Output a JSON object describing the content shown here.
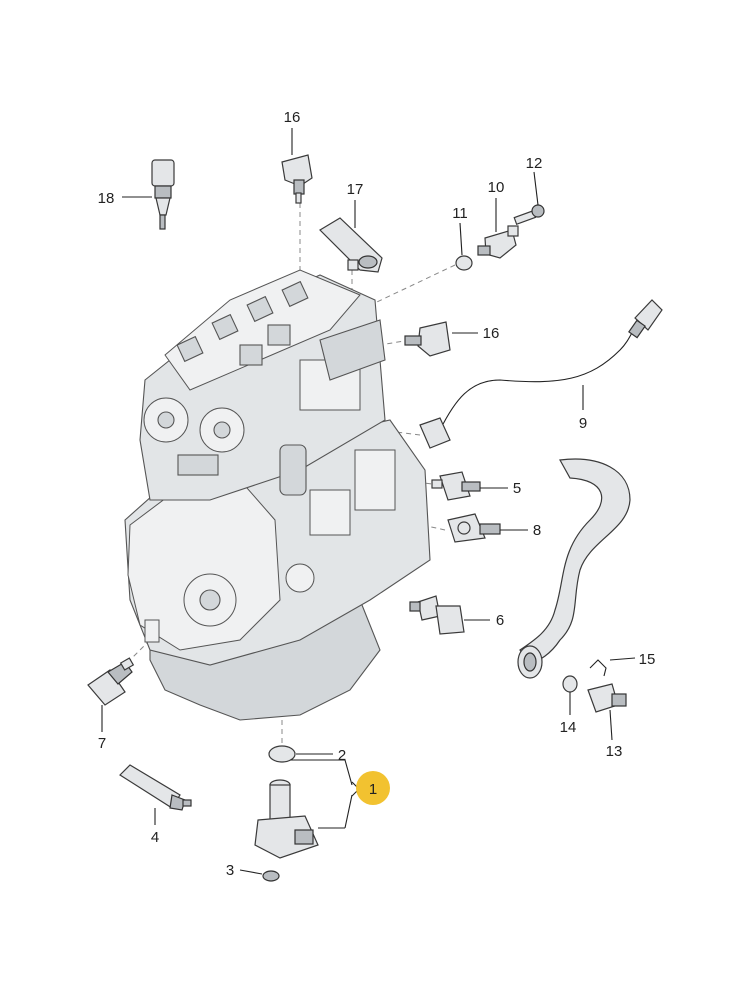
{
  "diagram": {
    "callouts": [
      {
        "id": "1",
        "label": "1",
        "highlighted": true
      },
      {
        "id": "2",
        "label": "2"
      },
      {
        "id": "3",
        "label": "3"
      },
      {
        "id": "4",
        "label": "4"
      },
      {
        "id": "5",
        "label": "5"
      },
      {
        "id": "6",
        "label": "6"
      },
      {
        "id": "7",
        "label": "7"
      },
      {
        "id": "8",
        "label": "8"
      },
      {
        "id": "9",
        "label": "9"
      },
      {
        "id": "10",
        "label": "10"
      },
      {
        "id": "11",
        "label": "11"
      },
      {
        "id": "12",
        "label": "12"
      },
      {
        "id": "13",
        "label": "13"
      },
      {
        "id": "14",
        "label": "14"
      },
      {
        "id": "15",
        "label": "15"
      },
      {
        "id": "16a",
        "label": "16"
      },
      {
        "id": "16b",
        "label": "16"
      },
      {
        "id": "17",
        "label": "17"
      },
      {
        "id": "18",
        "label": "18"
      }
    ],
    "colors": {
      "highlight": "#f2c230",
      "line": "#222222",
      "part_fill": "#e4e6e8"
    }
  }
}
